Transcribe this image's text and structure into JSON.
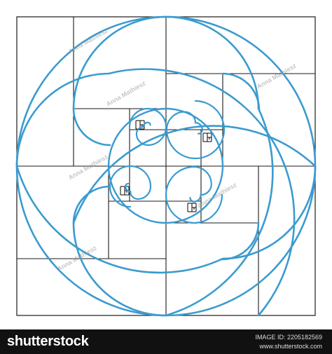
{
  "diagram": {
    "title": "",
    "spiral_color": "#3a9bd0",
    "grid_color": "#1a1a1a",
    "watermark_text": "Anna Mathiesz"
  },
  "footer": {
    "brand": "shutterstock",
    "image_id_label": "IMAGE ID: 2205182569",
    "site": "www.shutterstock.com"
  }
}
